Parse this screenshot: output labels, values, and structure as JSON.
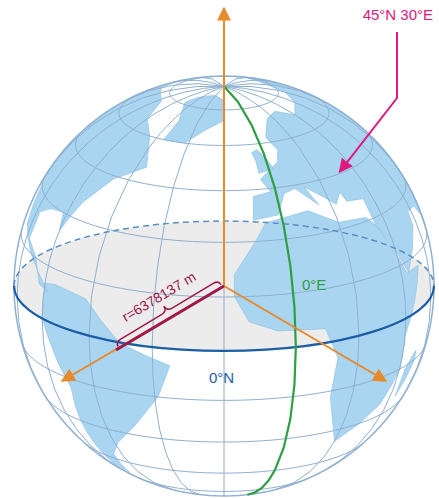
{
  "diagram": {
    "labels": [
      "45°N 30°E",
      "r=6378137 m",
      "0°E",
      "0°N"
    ]
  }
}
